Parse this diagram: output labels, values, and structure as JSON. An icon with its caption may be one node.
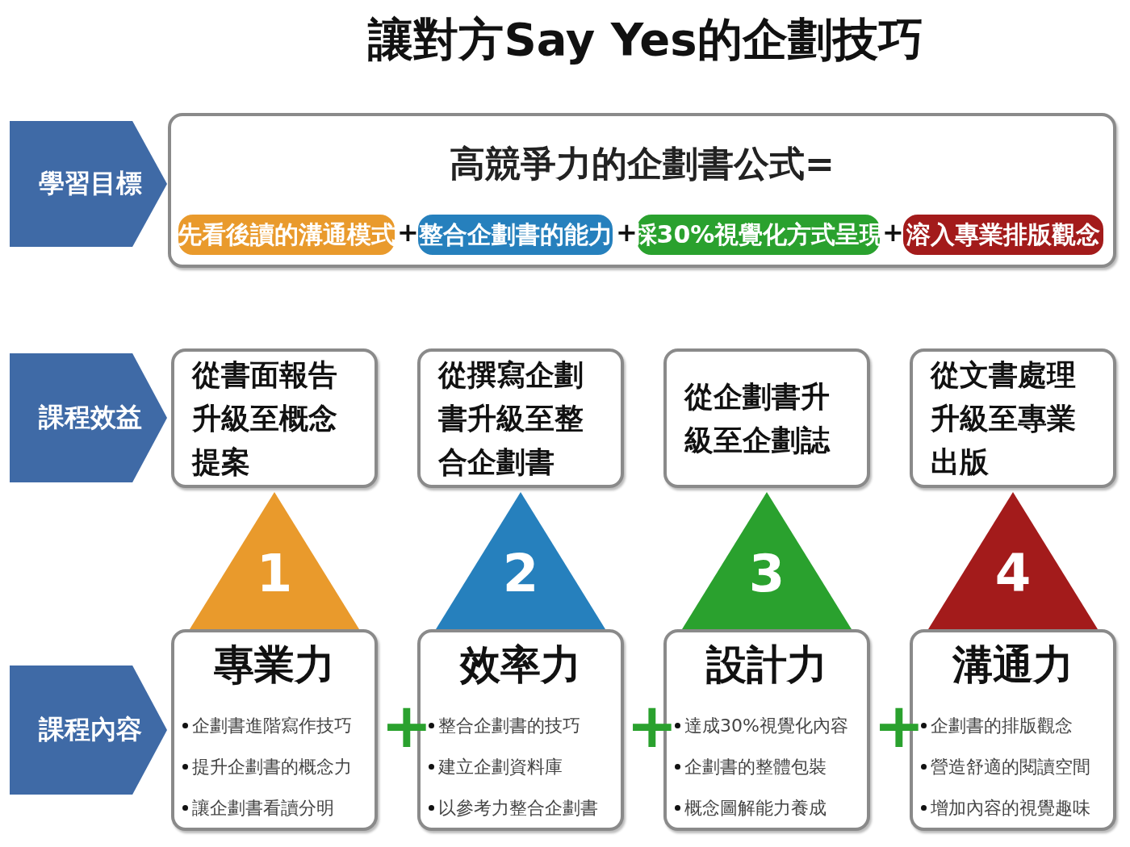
{
  "diagram": {
    "title": "讓對方Say Yes的企劃技巧",
    "nodes": [
      {
        "text": [
          "學習目標"
        ]
      },
      {
        "text": [
          "高競爭力的企劃書公式="
        ]
      },
      {
        "text": [
          "先看後讀的溝通模式"
        ],
        "in": 1
      },
      {
        "text": [
          "整合企劃書的能力"
        ],
        "in": 1
      },
      {
        "text": [
          "採30%視覺化方式呈現"
        ],
        "in": 1
      },
      {
        "text": [
          "溶入專業排版觀念"
        ],
        "in": 1
      },
      {
        "text": [
          "課程效益"
        ]
      },
      {
        "text": [
          "從書面報告升級至概念提案"
        ]
      },
      {
        "text": [
          "從撰寫企劃書升級至整合企劃書"
        ]
      },
      {
        "text": [
          "從企劃書升級至企劃誌"
        ]
      },
      {
        "text": [
          "從文書處理升級至專業出版"
        ]
      },
      {
        "text": [
          "1"
        ]
      },
      {
        "text": [
          "2"
        ]
      },
      {
        "text": [
          "3"
        ]
      },
      {
        "text": [
          "4"
        ]
      },
      {
        "text": [
          "課程內容"
        ]
      },
      {
        "text": [
          "專業力",
          "企劃書進階寫作技巧",
          "提升企劃書的概念力",
          "讓企劃書看讀分明"
        ]
      },
      {
        "text": [
          "效率力",
          "整合企劃書的技巧",
          "建立企劃資料庫",
          "以參考力整合企劃書"
        ]
      },
      {
        "text": [
          "設計力",
          "達成30%視覺化內容",
          "企劃書的整體包裝",
          "概念圖解能力養成"
        ]
      },
      {
        "text": [
          "溝通力",
          "企劃書的排版觀念",
          "營造舒適的閱讀空間",
          "增加內容的視覺趣味"
        ]
      }
    ],
    "labels": [
      "+",
      "+",
      "+",
      "+",
      "+",
      "+"
    ]
  }
}
